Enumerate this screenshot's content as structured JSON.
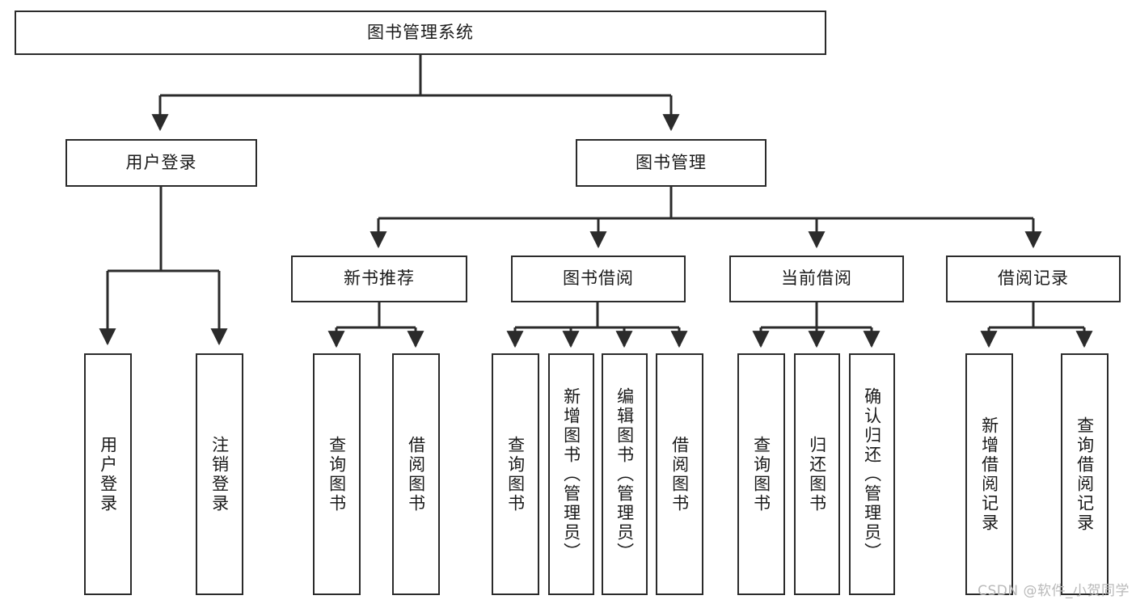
{
  "diagram": {
    "title": "图书管理系统",
    "type": "tree-hierarchy",
    "stroke_color": "#2b2b2b",
    "fill_color": "#ffffff",
    "text_color": "#1a1a1a"
  },
  "nodes": {
    "root": {
      "label": "图书管理系统"
    },
    "level2": [
      {
        "label": "用户登录"
      },
      {
        "label": "图书管理"
      }
    ],
    "level3": [
      {
        "label": "新书推荐"
      },
      {
        "label": "图书借阅"
      },
      {
        "label": "当前借阅"
      },
      {
        "label": "借阅记录"
      }
    ],
    "leaves_user_login": [
      {
        "label": "用户登录"
      },
      {
        "label": "注销登录"
      }
    ],
    "leaves_new_book": [
      {
        "label": "查询图书"
      },
      {
        "label": "借阅图书"
      }
    ],
    "leaves_borrow": [
      {
        "label": "查询图书"
      },
      {
        "label": "新增图书（管理员）"
      },
      {
        "label": "编辑图书（管理员）"
      },
      {
        "label": "借阅图书"
      }
    ],
    "leaves_current": [
      {
        "label": "查询图书"
      },
      {
        "label": "归还图书"
      },
      {
        "label": "确认归还（管理员）"
      }
    ],
    "leaves_record": [
      {
        "label": "新增借阅记录"
      },
      {
        "label": "查询借阅记录"
      }
    ]
  },
  "watermark": {
    "text": "CSDN @软件_小贺同学"
  }
}
